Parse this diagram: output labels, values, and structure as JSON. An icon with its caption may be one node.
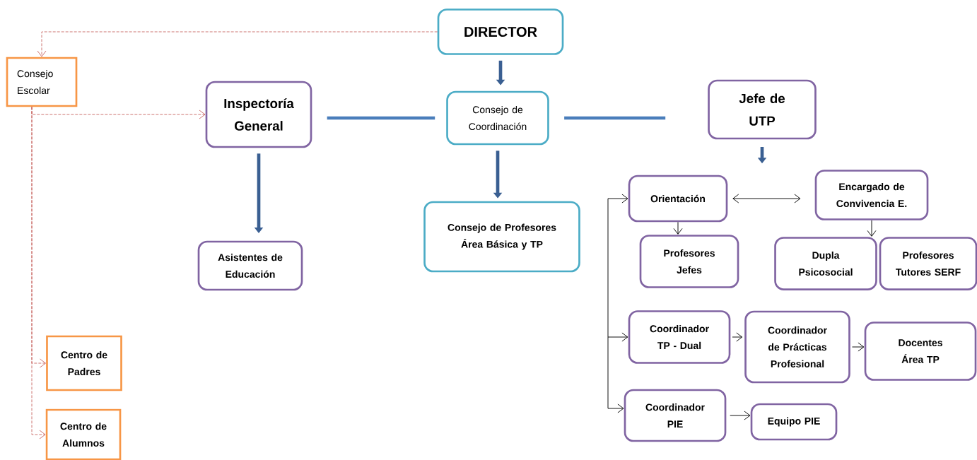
{
  "diagram": {
    "nodes": [
      {
        "text": [
          "DIRECTOR"
        ]
      },
      {
        "text": [
          "Consejo Escolar"
        ]
      },
      {
        "text": [
          "Inspectoría General"
        ]
      },
      {
        "text": [
          "Consejo de Coordinación"
        ]
      },
      {
        "text": [
          "Jefe de UTP"
        ]
      },
      {
        "text": [
          "Asistentes de Educación"
        ]
      },
      {
        "text": [
          "Consejo de Profesores Área Básica y TP"
        ]
      },
      {
        "text": [
          "Orientación"
        ]
      },
      {
        "text": [
          "Encargado de Convivencia E."
        ]
      },
      {
        "text": [
          "Profesores Jefes"
        ]
      },
      {
        "text": [
          "Dupla Psicosocial"
        ]
      },
      {
        "text": [
          "Profesores Tutores SERF"
        ]
      },
      {
        "text": [
          "Coordinador TP - Dual"
        ]
      },
      {
        "text": [
          "Coordinador de Prácticas Profesional"
        ]
      },
      {
        "text": [
          "Docentes Área TP"
        ]
      },
      {
        "text": [
          "Coordinador PIE"
        ]
      },
      {
        "text": [
          "Equipo PIE"
        ]
      },
      {
        "text": [
          "Centro de Padres"
        ]
      },
      {
        "text": [
          "Centro de Alumnos"
        ]
      }
    ],
    "edges": [
      {
        "from": 0,
        "to": 1,
        "arrow": "to",
        "style": "dashed",
        "color": "#c0504d"
      },
      {
        "from": 1,
        "to": 2,
        "arrow": "to",
        "style": "dashed",
        "color": "#c0504d"
      },
      {
        "from": 1,
        "to": 17,
        "arrow": "to",
        "style": "dashed",
        "color": "#c0504d"
      },
      {
        "from": 1,
        "to": 18,
        "arrow": "to",
        "style": "dashed",
        "color": "#c0504d"
      },
      {
        "from": 0,
        "to": 3,
        "arrow": "to",
        "style": "thick",
        "color": "#3a5f92"
      },
      {
        "from": 2,
        "to": 3,
        "arrow": "none",
        "style": "thick",
        "color": "#4a7ebb"
      },
      {
        "from": 3,
        "to": 4,
        "arrow": "none",
        "style": "thick",
        "color": "#4a7ebb"
      },
      {
        "from": 2,
        "to": 5,
        "arrow": "to",
        "style": "thick",
        "color": "#3a5f92"
      },
      {
        "from": 3,
        "to": 6,
        "arrow": "to",
        "style": "thick",
        "color": "#3a5f92"
      },
      {
        "from": 4,
        "to": null,
        "arrow": "to",
        "style": "thick",
        "color": "#3a5f92"
      },
      {
        "from": null,
        "to": 7,
        "arrow": "to"
      },
      {
        "from": null,
        "to": 12,
        "arrow": "to"
      },
      {
        "from": null,
        "to": 15,
        "arrow": "to"
      },
      {
        "from": 7,
        "to": 8,
        "arrow": "both"
      },
      {
        "from": 7,
        "to": 9,
        "arrow": "to"
      },
      {
        "from": 8,
        "to": 10,
        "arrow": "to"
      },
      {
        "from": 8,
        "to": 11,
        "arrow": "to"
      },
      {
        "from": 12,
        "to": 13,
        "arrow": "to"
      },
      {
        "from": 13,
        "to": 14,
        "arrow": "to"
      },
      {
        "from": 15,
        "to": 16,
        "arrow": "to"
      }
    ]
  }
}
